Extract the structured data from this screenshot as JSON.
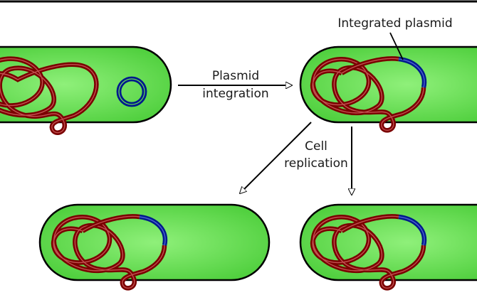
{
  "labels": {
    "integrated_plasmid": "Integrated plasmid",
    "plasmid_integration": [
      "Plasmid",
      "integration"
    ],
    "cell_replication": [
      "Cell",
      "replication"
    ]
  },
  "colors": {
    "cell_fill_center": "#8ff07a",
    "cell_fill_edge": "#4fcf3d",
    "cell_outline": "#000000",
    "chromosome": "#7a0000",
    "plasmid": "#001a8c",
    "arrow": "#000000"
  }
}
